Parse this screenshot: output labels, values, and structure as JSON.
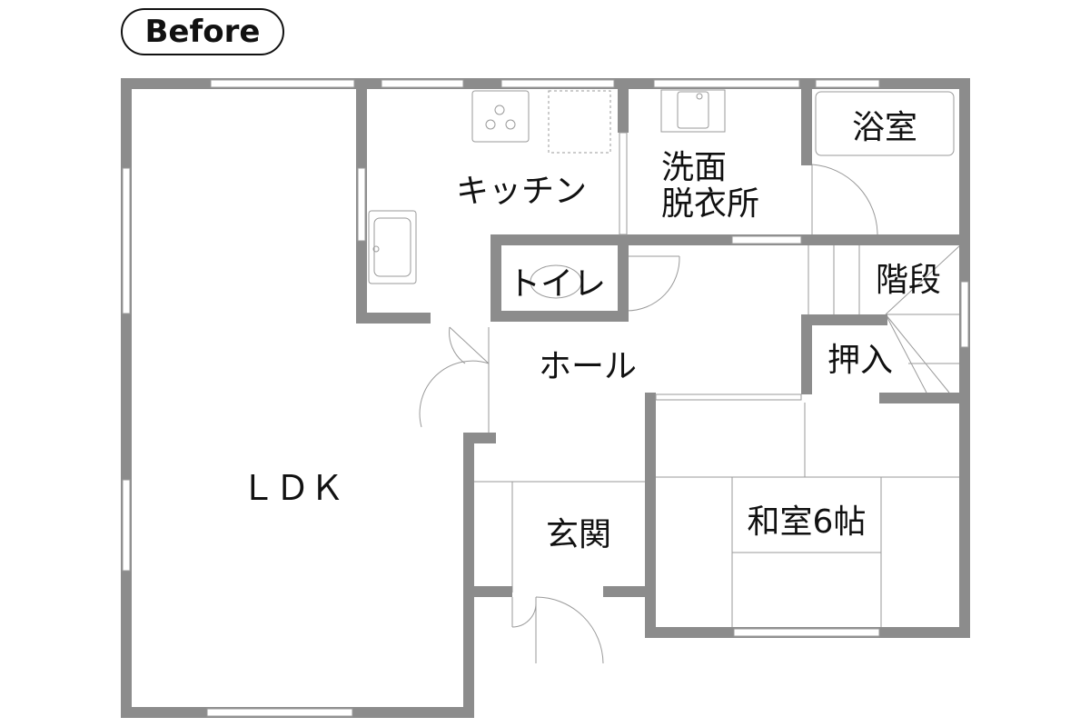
{
  "header": {
    "badge": "Before"
  },
  "rooms": {
    "ldk": "ＬＤＫ",
    "kitchen": "キッチン",
    "washroom_line1": "洗面",
    "washroom_line2": "脱衣所",
    "bathroom": "浴室",
    "toilet": "トイレ",
    "stairs": "階段",
    "closet": "押入",
    "hall": "ホール",
    "entrance": "玄関",
    "japanese_room": "和室6帖"
  },
  "colors": {
    "wall": "#8c8c8c",
    "line": "#9a9a9a",
    "text": "#111111"
  }
}
